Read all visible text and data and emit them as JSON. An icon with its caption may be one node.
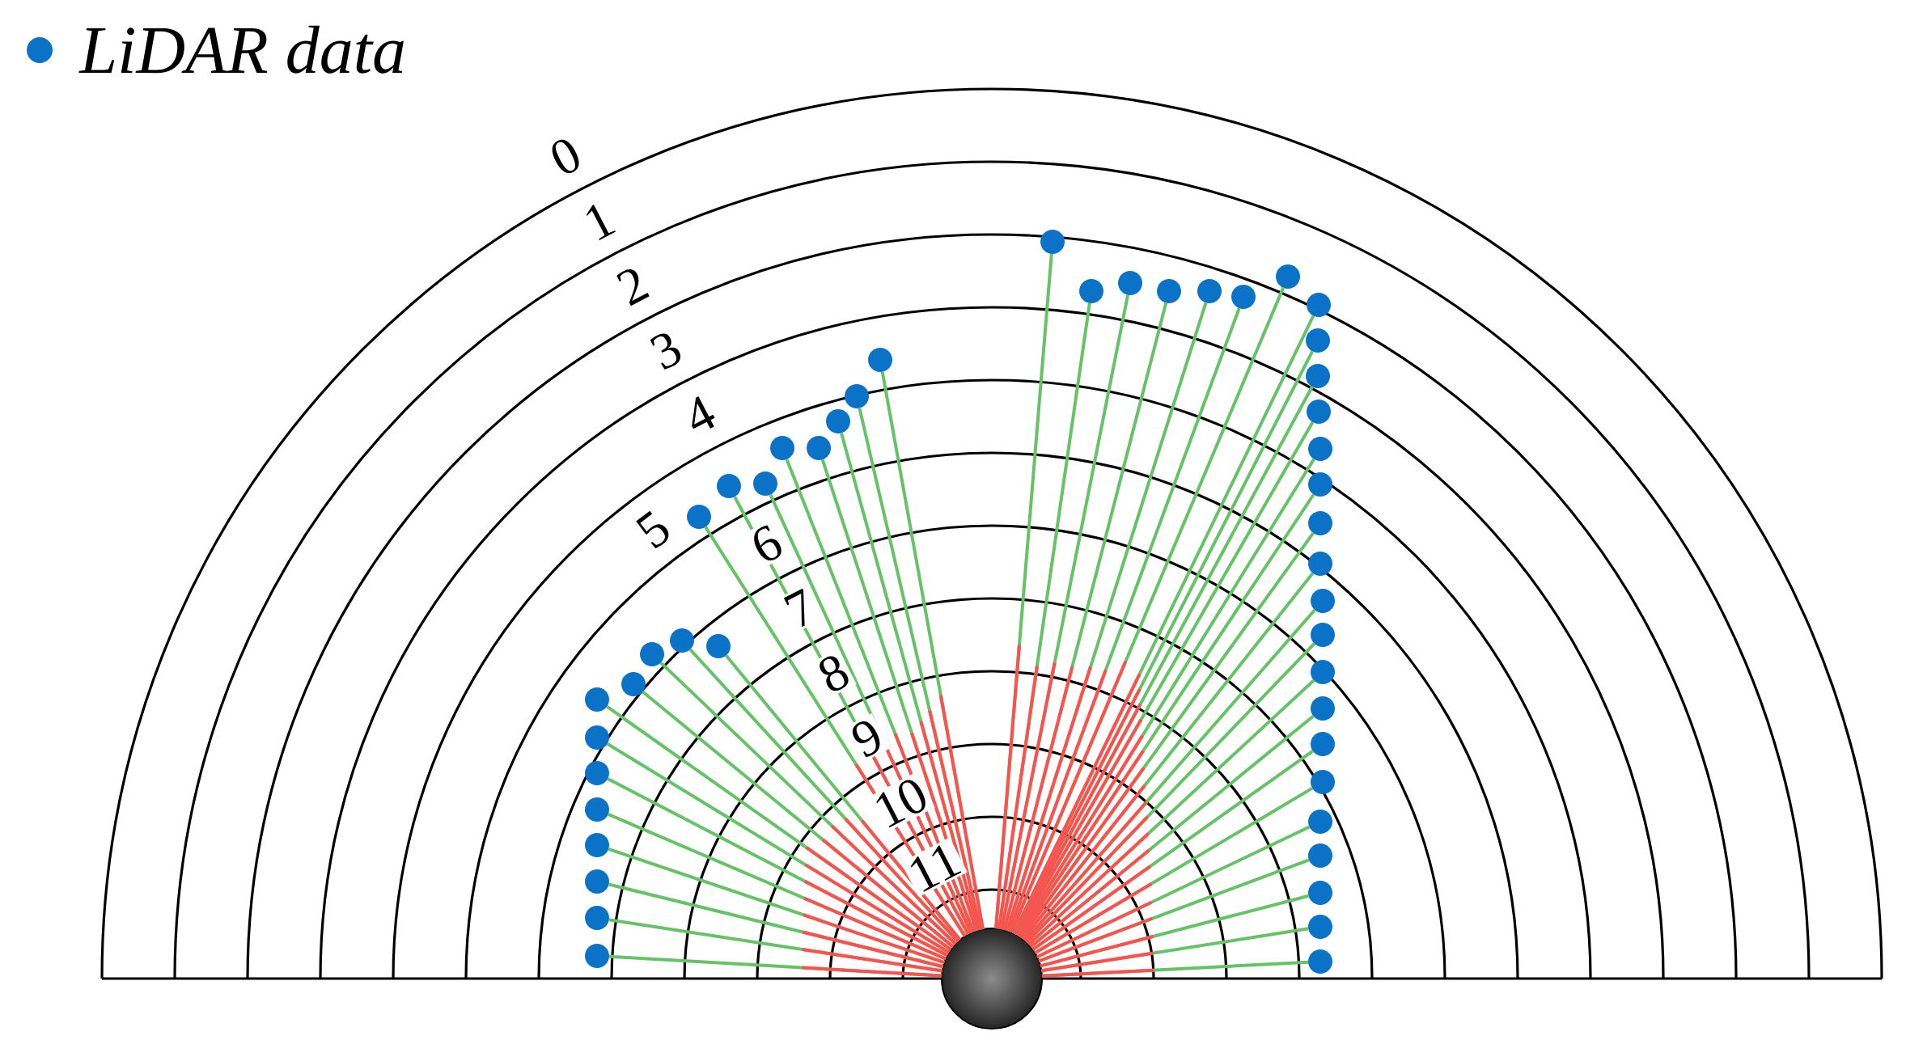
{
  "diagram": {
    "nodes": [
      {
        "text": [],
        "shape": "circle"
      },
      {
        "text": [],
        "shape": "circle"
      },
      {
        "text": [],
        "shape": "circle"
      },
      {
        "text": [],
        "shape": "circle"
      },
      {
        "text": [],
        "shape": "circle"
      },
      {
        "text": [],
        "shape": "circle"
      },
      {
        "text": [],
        "shape": "circle"
      },
      {
        "text": [],
        "shape": "circle"
      },
      {
        "text": [],
        "shape": "circle"
      },
      {
        "text": [],
        "shape": "circle"
      },
      {
        "text": [],
        "shape": "circle"
      },
      {
        "text": [],
        "shape": "circle"
      },
      {
        "text": [],
        "shape": "circle"
      },
      {
        "text": [],
        "shape": "circle"
      },
      {
        "text": [],
        "shape": "circle"
      },
      {
        "text": [],
        "shape": "circle"
      },
      {
        "text": [],
        "shape": "circle"
      },
      {
        "text": [],
        "shape": "circle"
      },
      {
        "text": [],
        "shape": "circle"
      },
      {
        "text": [],
        "shape": "circle"
      },
      {
        "text": [],
        "shape": "circle"
      },
      {
        "text": [],
        "shape": "circle"
      },
      {
        "text": [],
        "shape": "circle"
      },
      {
        "text": [],
        "shape": "circle"
      },
      {
        "text": [],
        "shape": "circle"
      },
      {
        "text": [],
        "shape": "circle"
      },
      {
        "text": [],
        "shape": "circle"
      },
      {
        "text": [],
        "shape": "circle"
      },
      {
        "text": [],
        "shape": "circle"
      },
      {
        "text": [],
        "shape": "circle"
      },
      {
        "text": [],
        "shape": "circle"
      },
      {
        "text": [],
        "shape": "circle"
      },
      {
        "text": [],
        "shape": "circle"
      },
      {
        "text": [],
        "shape": "circle"
      },
      {
        "text": [],
        "shape": "circle"
      },
      {
        "text": [],
        "shape": "circle"
      },
      {
        "text": [],
        "shape": "circle"
      },
      {
        "text": [],
        "shape": "circle"
      },
      {
        "text": [],
        "shape": "circle"
      },
      {
        "text": [],
        "shape": "circle"
      },
      {
        "text": [],
        "shape": "circle"
      },
      {
        "text": [],
        "shape": "circle"
      },
      {
        "text": [],
        "shape": "circle"
      },
      {
        "text": [],
        "shape": "circle"
      },
      {
        "text": [],
        "shape": "circle"
      },
      {
        "text": [],
        "shape": "circle"
      },
      {
        "text": [],
        "shape": "circle"
      }
    ],
    "edges": [
      {
        "from": 0,
        "to": 1,
        "arrow": "none"
      },
      {
        "from": 0,
        "to": 2,
        "arrow": "none"
      },
      {
        "from": 0,
        "to": 3,
        "arrow": "none"
      },
      {
        "from": 0,
        "to": 4,
        "arrow": "none"
      },
      {
        "from": 0,
        "to": 5,
        "arrow": "none"
      },
      {
        "from": 0,
        "to": 6,
        "arrow": "none"
      },
      {
        "from": 0,
        "to": 7,
        "arrow": "none"
      },
      {
        "from": 0,
        "to": 8,
        "arrow": "none"
      },
      {
        "from": 0,
        "to": 9,
        "arrow": "none"
      },
      {
        "from": 0,
        "to": 10,
        "arrow": "none"
      },
      {
        "from": 0,
        "to": 11,
        "arrow": "none"
      },
      {
        "from": 0,
        "to": 12,
        "arrow": "none"
      },
      {
        "from": 0,
        "to": 13,
        "arrow": "none"
      },
      {
        "from": 0,
        "to": 14,
        "arrow": "none"
      },
      {
        "from": 0,
        "to": 15,
        "arrow": "none"
      },
      {
        "from": 0,
        "to": 16,
        "arrow": "none"
      },
      {
        "from": 0,
        "to": 17,
        "arrow": "none"
      },
      {
        "from": 0,
        "to": 18,
        "arrow": "none"
      },
      {
        "from": 0,
        "to": 19,
        "arrow": "none"
      },
      {
        "from": 0,
        "to": 20,
        "arrow": "none"
      },
      {
        "from": 0,
        "to": 21,
        "arrow": "none"
      },
      {
        "from": 0,
        "to": 22,
        "arrow": "none"
      },
      {
        "from": 0,
        "to": 23,
        "arrow": "none"
      },
      {
        "from": 0,
        "to": 24,
        "arrow": "none"
      },
      {
        "from": 0,
        "to": 25,
        "arrow": "none"
      },
      {
        "from": 0,
        "to": 26,
        "arrow": "none"
      },
      {
        "from": 0,
        "to": 27,
        "arrow": "none"
      },
      {
        "from": 0,
        "to": 28,
        "arrow": "none"
      },
      {
        "from": 0,
        "to": 29,
        "arrow": "none"
      },
      {
        "from": 0,
        "to": 30,
        "arrow": "none"
      },
      {
        "from": 0,
        "to": 31,
        "arrow": "none"
      },
      {
        "from": 0,
        "to": 32,
        "arrow": "none"
      },
      {
        "from": 0,
        "to": 33,
        "arrow": "none"
      },
      {
        "from": 0,
        "to": 34,
        "arrow": "none"
      },
      {
        "from": 0,
        "to": 35,
        "arrow": "none"
      },
      {
        "from": 0,
        "to": 36,
        "arrow": "none"
      },
      {
        "from": 0,
        "to": 37,
        "arrow": "none"
      },
      {
        "from": 0,
        "to": 38,
        "arrow": "none"
      },
      {
        "from": 0,
        "to": 39,
        "arrow": "none"
      },
      {
        "from": 0,
        "to": 40,
        "arrow": "none"
      },
      {
        "from": 0,
        "to": 41,
        "arrow": "none"
      },
      {
        "from": 0,
        "to": 42,
        "arrow": "none"
      },
      {
        "from": 0,
        "to": 43,
        "arrow": "none"
      },
      {
        "from": 0,
        "to": 44,
        "arrow": "none"
      },
      {
        "from": 0,
        "to": 45,
        "arrow": "none"
      },
      {
        "from": 0,
        "to": 46,
        "arrow": "none"
      }
    ],
    "labels": [
      "0",
      "1",
      "2",
      "3",
      "4",
      "5",
      "6",
      "7",
      "8",
      "9",
      "10",
      "11"
    ],
    "legend": [
      {
        "text": "LiDAR data",
        "color": "#0b73c7"
      }
    ]
  }
}
